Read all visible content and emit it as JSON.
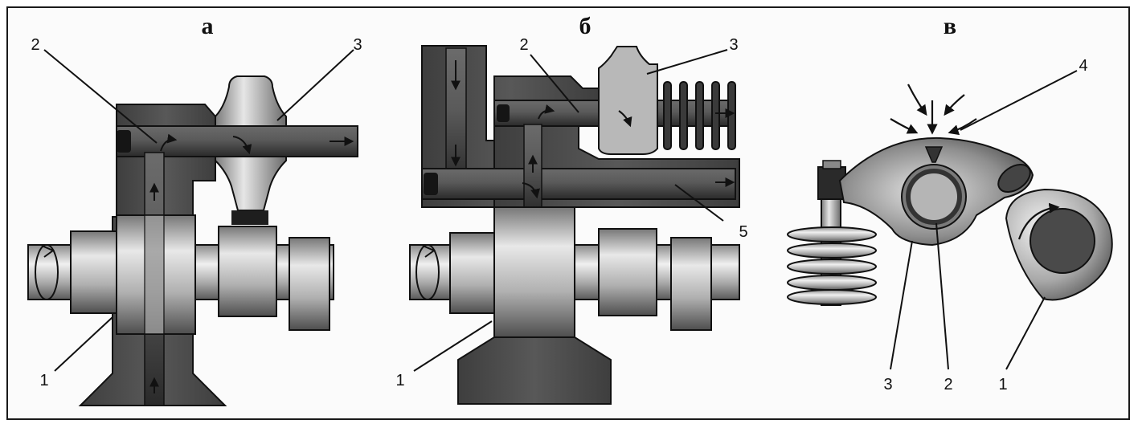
{
  "panels": {
    "a": {
      "title": "а",
      "labels": {
        "duct": "2",
        "bearing": "3",
        "shaft": "1"
      }
    },
    "b": {
      "title": "б",
      "labels": {
        "duct": "2",
        "bearing": "3",
        "shaft": "1",
        "channel": "5"
      }
    },
    "v": {
      "title": "в",
      "labels": {
        "lobe": "1",
        "axle": "2",
        "body": "3",
        "oil": "4"
      }
    }
  },
  "colors": {
    "housing": "#4a4a4a",
    "channel": "#2c2c2c",
    "metal_light": "#d8d8d8",
    "metal_mid": "#9a9a9a",
    "outline": "#111111"
  }
}
